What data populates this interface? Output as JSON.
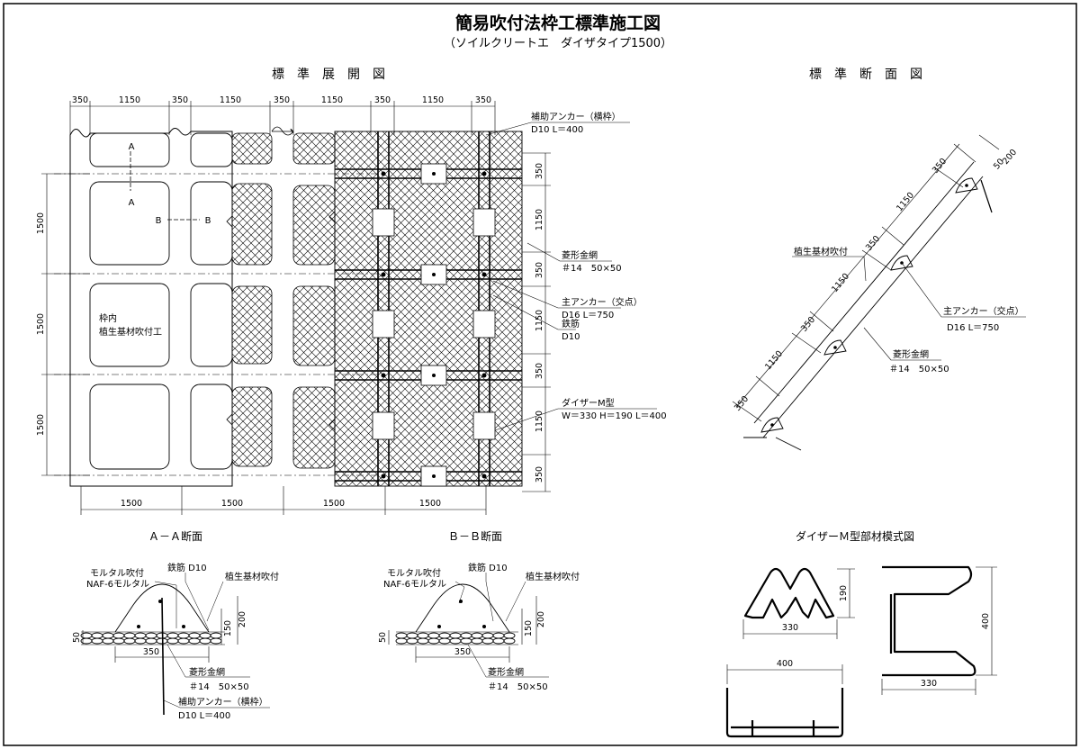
{
  "title": "簡易吹付法枠工標準施工図",
  "subtitle": "（ソイルクリートエ　ダイザタイプ1500）",
  "views": {
    "development": "標　準　展　開　図",
    "section": "標　準　断　面　図",
    "aa": "Ａ－Ａ断面",
    "bb": "Ｂ－Ｂ断面",
    "member": "ダイザーＭ型部材模式図"
  },
  "dev": {
    "top_dims": [
      "350",
      "1150",
      "350",
      "1150",
      "350",
      "1150",
      "350",
      "1150",
      "350"
    ],
    "left_dims": [
      "1500",
      "1500",
      "1500"
    ],
    "bottom_dims": [
      "1500",
      "1500",
      "1500",
      "1500"
    ],
    "right_dims": [
      "350",
      "1150",
      "350",
      "1150",
      "350",
      "1150",
      "350"
    ],
    "cut_a": "A",
    "cut_a2": "A",
    "cut_b": "B",
    "cut_b2": "B",
    "frame_label1": "枠内",
    "frame_label2": "植生基材吹付工",
    "anchor_h1": "補助アンカー（横枠）",
    "anchor_h2": "D10 L＝400",
    "mesh1": "菱形金網",
    "mesh2": "＃14　50×50",
    "main_anchor1": "主アンカー（交点）",
    "main_anchor2": "D16 L＝750",
    "rebar1": "鉄筋",
    "rebar2": "D10",
    "daiza1": "ダイザーM型",
    "daiza2": "W＝330 H＝190 L＝400"
  },
  "sec": {
    "slope_dims": [
      "350",
      "1150",
      "350",
      "1150",
      "350",
      "1150",
      "350"
    ],
    "top_dims": [
      "200",
      "50"
    ],
    "veg": "植生基材吹付",
    "main_anchor1": "主アンカー（交点）",
    "main_anchor2": "D16 L＝750",
    "mesh1": "菱形金網",
    "mesh2": "＃14　50×50"
  },
  "aa": {
    "mortar1": "モルタル吹付",
    "mortar2": "NAF-6モルタル",
    "rebar": "鉄筋 D10",
    "veg": "植生基材吹付",
    "d200": "200",
    "d150": "150",
    "d50": "50",
    "d350": "350",
    "mesh1": "菱形金網",
    "mesh2": "＃14　50×50",
    "anchor1": "補助アンカー（横枠）",
    "anchor2": "D10 L＝400"
  },
  "bb": {
    "mortar1": "モルタル吹付",
    "mortar2": "NAF-6モルタル",
    "rebar": "鉄筋 D10",
    "veg": "植生基材吹付",
    "d200": "200",
    "d150": "150",
    "d50": "50",
    "d350": "350",
    "mesh1": "菱形金網",
    "mesh2": "＃14　50×50"
  },
  "member": {
    "d190": "190",
    "d330a": "330",
    "d400a": "400",
    "d330b": "330",
    "d400b": "400"
  }
}
